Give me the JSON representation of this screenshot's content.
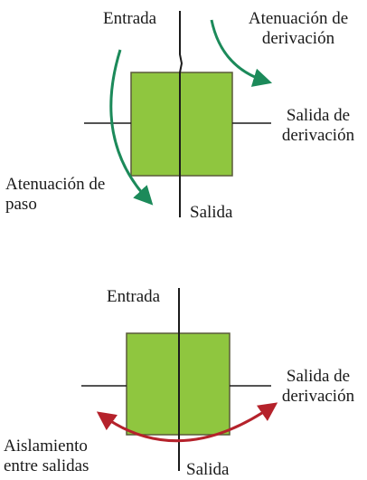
{
  "colors": {
    "box_fill": "#8fc63f",
    "box_stroke": "#5a5a3a",
    "line": "#1b1b1b",
    "arrow_green": "#1c8a5a",
    "arrow_red": "#b5222b"
  },
  "diagram_top": {
    "input_label": "Entrada",
    "output_label": "Salida",
    "tap_attenuation_label": "Atenuación de derivación",
    "tap_output_label": "Salida de derivación",
    "through_attenuation_label": "Atenuación de paso"
  },
  "diagram_bottom": {
    "input_label": "Entrada",
    "output_label": "Salida",
    "tap_output_label": "Salida de derivación",
    "isolation_label": "Aislamiento entre salidas"
  }
}
